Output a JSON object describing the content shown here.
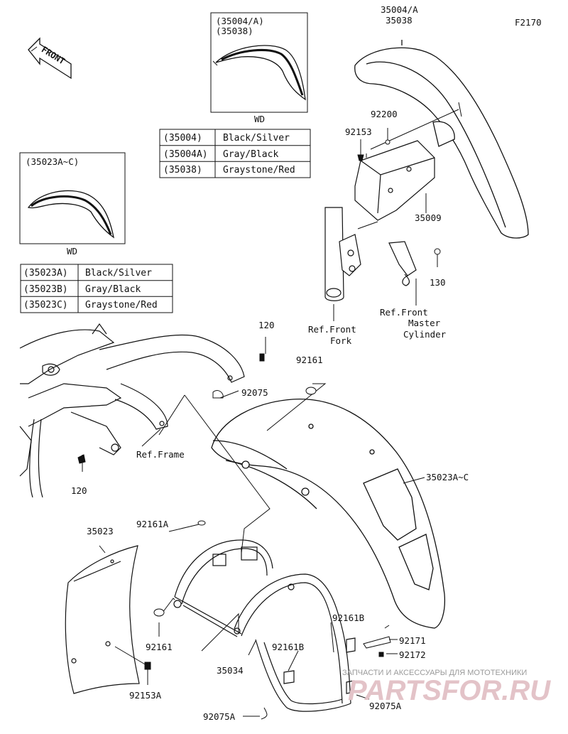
{
  "diagram": {
    "code": "F2170",
    "front_label": "FRONT",
    "insets": [
      {
        "part_top": "(35004/A)",
        "part_bottom": "(35038)",
        "tag": "WD"
      },
      {
        "part": "(35023A~C)",
        "tag": "WD"
      }
    ],
    "tables": [
      {
        "rows": [
          {
            "code": "(35004)",
            "color": "Black/Silver"
          },
          {
            "code": "(35004A)",
            "color": "Gray/Black"
          },
          {
            "code": "(35038)",
            "color": "Graystone/Red"
          }
        ]
      },
      {
        "rows": [
          {
            "code": "(35023A)",
            "color": "Black/Silver"
          },
          {
            "code": "(35023B)",
            "color": "Gray/Black"
          },
          {
            "code": "(35023C)",
            "color": "Graystone/Red"
          }
        ]
      }
    ],
    "labels": {
      "front_fender_top": "35004/A",
      "front_fender_bottom": "35038",
      "washer_92200": "92200",
      "bolt_92153": "92153",
      "bracket_35009": "35009",
      "bolt_130": "130",
      "ref_master_cyl_1": "Ref.Front",
      "ref_master_cyl_2": "Master",
      "ref_master_cyl_3": "Cylinder",
      "ref_fork_1": "Ref.Front",
      "ref_fork_2": "Fork",
      "bolt_120_top": "120",
      "grommet_92161_top": "92161",
      "clamp_92075": "92075",
      "ref_frame": "Ref.Frame",
      "rear_fender": "35023A~C",
      "bolt_120_bottom": "120",
      "flap_35023": "35023",
      "pad_92161A": "92161A",
      "grommet_92161_bottom": "92161",
      "bolt_92153A": "92153A",
      "pad_92161B_1": "92161B",
      "pad_92161B_2": "92161B",
      "stay_35034": "35034",
      "clamp_92075A_1": "92075A",
      "clamp_92075A_2": "92075A",
      "tape_92171": "92171",
      "nut_92172": "92172"
    },
    "watermark": {
      "line1": "ЗАПЧАСТИ И АКСЕССУАРЫ ДЛЯ МОТОТЕХНИКИ",
      "line2": "PARTSFOR.RU"
    }
  }
}
